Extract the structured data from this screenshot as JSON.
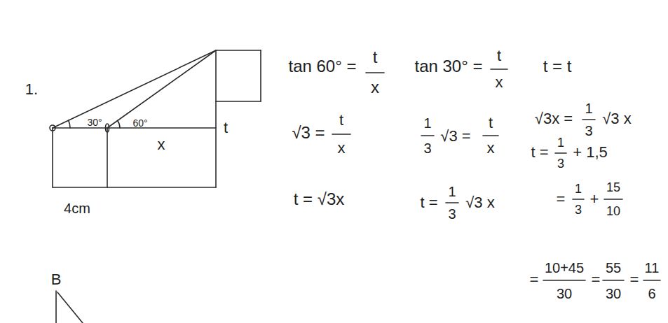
{
  "diagram": {
    "labels": [
      "1.",
      "30°",
      "60°",
      "x",
      "t",
      "4cm",
      "tan 60° =",
      "t",
      "x",
      "√3 =",
      "t",
      "x",
      "t = √3x",
      "tan 30° =",
      "t",
      "x",
      "1",
      "3",
      "√3 =",
      "t",
      "x",
      "t =",
      "1",
      "3",
      "√3 x",
      "t = t",
      "√3x =",
      "1",
      "3",
      "√3 x",
      "t =",
      "1",
      "3",
      "+ 1,5",
      "=",
      "1",
      "3",
      "+",
      "15",
      "10",
      "=",
      "10+45",
      "30",
      "=",
      "55",
      "30",
      "=",
      "11",
      "6",
      "B"
    ]
  }
}
